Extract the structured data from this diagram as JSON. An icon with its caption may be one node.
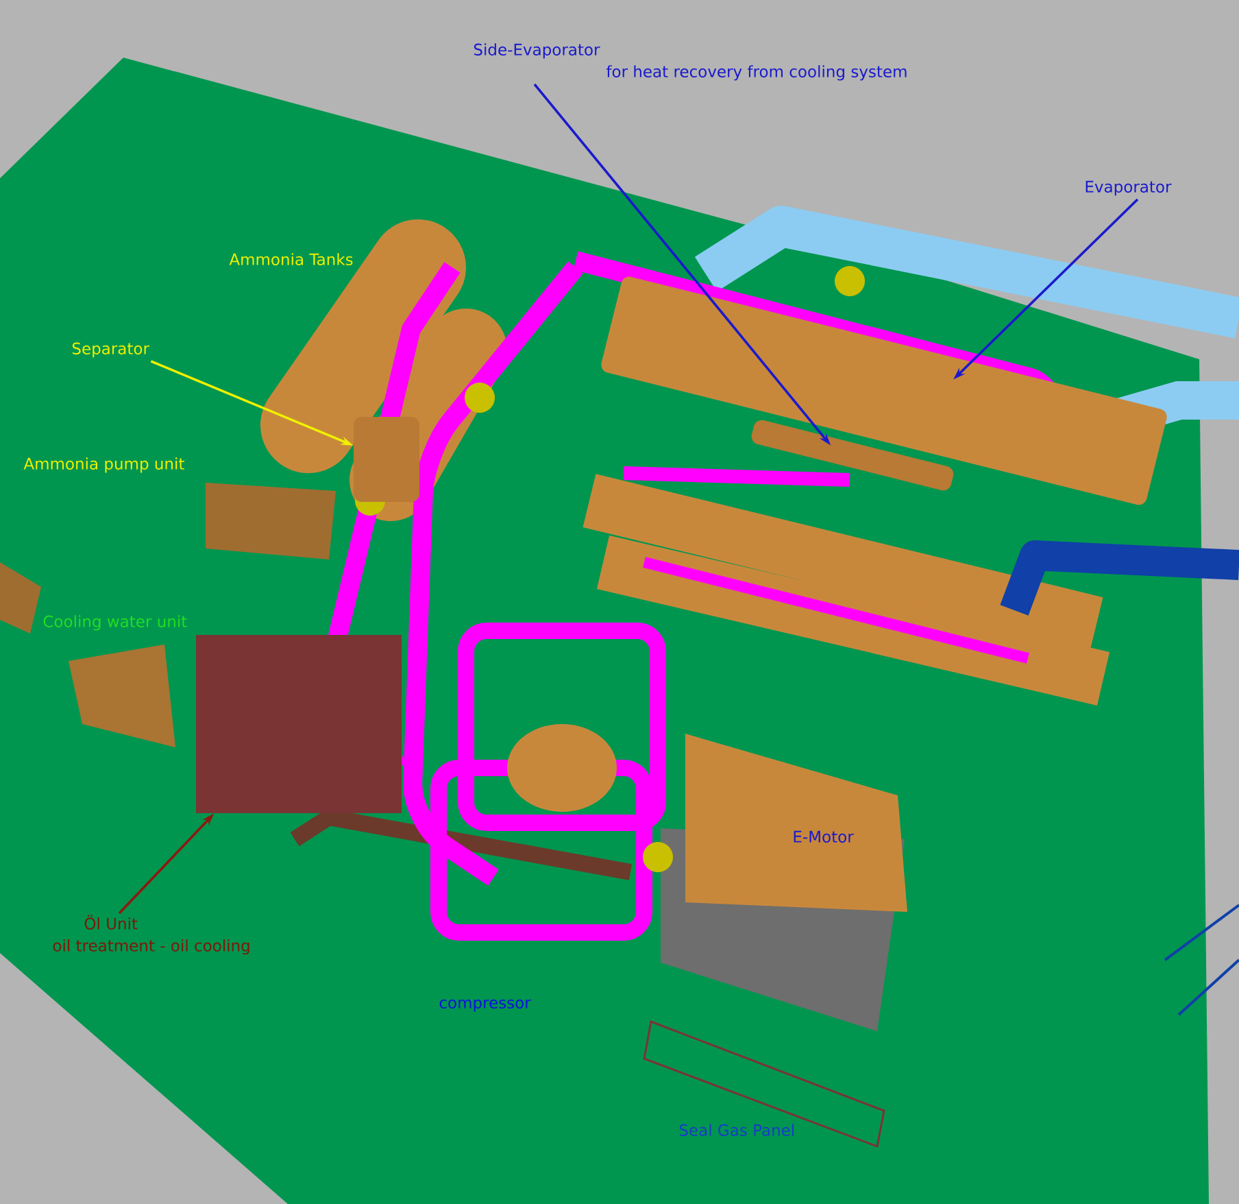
{
  "diagram": {
    "nodes": [
      {
        "text": [
          "Side-Evaporator",
          "for heat recovery from cooling system"
        ]
      },
      {
        "text": [
          "Evaporator"
        ]
      },
      {
        "text": [
          "Ammonia Tanks"
        ]
      },
      {
        "text": [
          "Separator"
        ]
      },
      {
        "text": [
          "Ammonia pump unit"
        ]
      },
      {
        "text": [
          "Cooling water unit"
        ]
      },
      {
        "text": [
          "Öl Unit",
          "oil treatment - oil cooling"
        ]
      },
      {
        "text": [
          "compressor"
        ]
      },
      {
        "text": [
          "E-Motor"
        ]
      },
      {
        "text": [
          "Seal Gas Panel"
        ]
      },
      {
        "text": [],
        "shape": "box"
      },
      {
        "text": [],
        "shape": "cylinder"
      },
      {
        "text": [],
        "shape": "cylinder"
      },
      {
        "text": [],
        "shape": "cylinder"
      }
    ],
    "edges": [
      {
        "from": 0,
        "to": 12,
        "arrow": "to"
      },
      {
        "from": 1,
        "to": 13,
        "arrow": "to"
      },
      {
        "from": 3,
        "to": 11,
        "arrow": "to",
        "color": "#f0f000"
      },
      {
        "from": 6,
        "to": 10,
        "arrow": "to",
        "color": "#8b1a10"
      }
    ]
  }
}
